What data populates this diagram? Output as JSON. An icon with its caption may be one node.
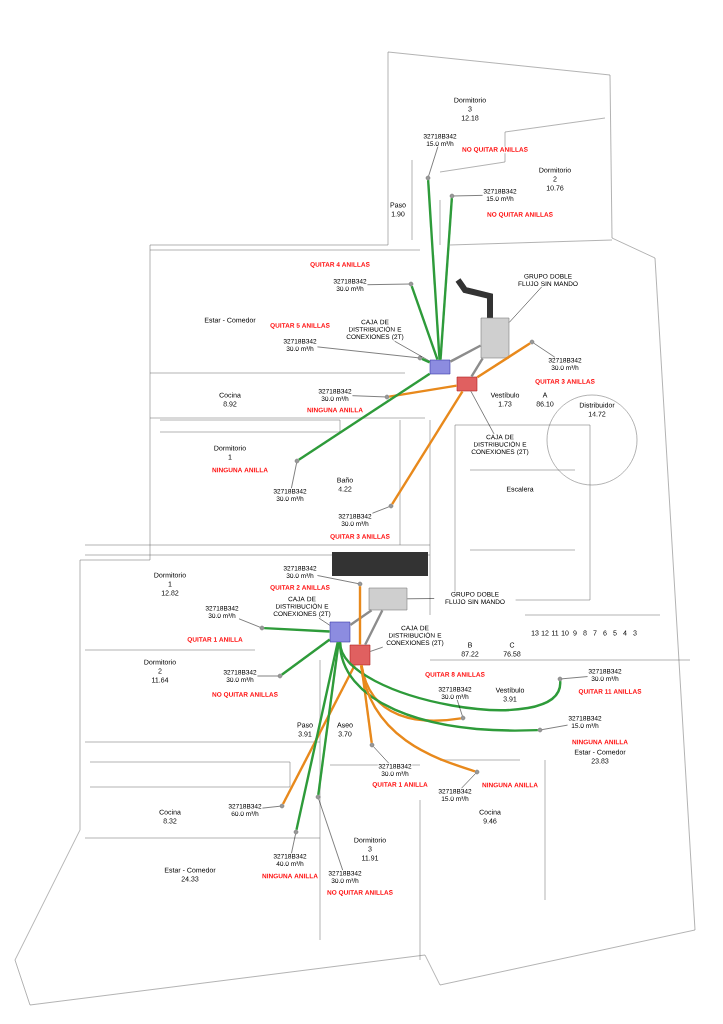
{
  "diagram": {
    "nodes": [
      {
        "text": [
          "GRUPO DOBLE FLUJO SIN MANDO"
        ]
      },
      {
        "text": [],
        "shape": "box"
      },
      {
        "text": [
          "GRUPO DOBLE FLUJO SIN MANDO"
        ]
      },
      {
        "text": [],
        "shape": "box"
      },
      {
        "text": [],
        "shape": "box"
      },
      {
        "text": [],
        "shape": "box"
      },
      {
        "text": [
          "CAJA DE DISTRIBUCIÓN E CONEXIONES (2T)"
        ]
      },
      {
        "text": [
          "CAJA DE DISTRIBUCIÓN E CONEXIONES (2T)"
        ]
      },
      {
        "text": [],
        "shape": "box"
      },
      {
        "text": [],
        "shape": "box"
      },
      {
        "text": [
          "CAJA DE DISTRIBUCIÓN E CONEXIONES (2T)"
        ]
      },
      {
        "text": [
          "CAJA DE DISTRIBUCIÓN E CONEXIONES (2T)"
        ]
      },
      {
        "text": [],
        "shape": "circle"
      },
      {
        "text": [],
        "shape": "circle"
      },
      {
        "text": [],
        "shape": "circle"
      },
      {
        "text": [],
        "shape": "circle"
      },
      {
        "text": [],
        "shape": "circle"
      },
      {
        "text": [],
        "shape": "circle"
      },
      {
        "text": [],
        "shape": "circle"
      },
      {
        "text": [],
        "shape": "circle"
      },
      {
        "text": [],
        "shape": "circle"
      },
      {
        "text": [],
        "shape": "circle"
      },
      {
        "text": [],
        "shape": "circle"
      },
      {
        "text": [],
        "shape": "circle"
      },
      {
        "text": [],
        "shape": "circle"
      },
      {
        "text": [],
        "shape": "circle"
      },
      {
        "text": [],
        "shape": "circle"
      },
      {
        "text": [],
        "shape": "circle"
      },
      {
        "text": [],
        "shape": "circle"
      },
      {
        "text": [],
        "shape": "circle"
      },
      {
        "text": [],
        "shape": "circle"
      },
      {
        "text": [
          "32718B342",
          "15.0 m³/h"
        ],
        "beside": [
          "NO QUITAR ANILLAS"
        ]
      },
      {
        "text": [
          "32718B342",
          "15.0 m³/h"
        ],
        "beside": [
          "NO QUITAR ANILLAS"
        ]
      },
      {
        "text": [
          "32718B342",
          "30.0 m³/h"
        ],
        "beside": [
          "QUITAR 4 ANILLAS"
        ]
      },
      {
        "text": [
          "32718B342",
          "30.0 m³/h"
        ],
        "beside": [
          "QUITAR 5 ANILLAS"
        ]
      },
      {
        "text": [
          "32718B342",
          "30.0 m³/h"
        ],
        "beside": [
          "NINGUNA ANILLA"
        ]
      },
      {
        "text": [
          "32718B342",
          "30.0 m³/h"
        ],
        "beside": [
          "NINGUNA ANILLA"
        ]
      },
      {
        "text": [
          "32718B342",
          "30.0 m³/h"
        ],
        "beside": [
          "QUITAR 3 ANILLAS"
        ]
      },
      {
        "text": [
          "32718B342",
          "30.0 m³/h"
        ],
        "beside": [
          "QUITAR 3 ANILLAS"
        ]
      },
      {
        "text": [
          "32718B342",
          "30.0 m³/h"
        ],
        "beside": [
          "QUITAR 2 ANILLAS"
        ]
      },
      {
        "text": [
          "32718B342",
          "30.0 m³/h"
        ],
        "beside": [
          "QUITAR 1 ANILLA"
        ]
      },
      {
        "text": [
          "32718B342",
          "30.0 m³/h"
        ],
        "beside": [
          "NO QUITAR ANILLAS"
        ]
      },
      {
        "text": [
          "32718B342",
          "30.0 m³/h"
        ],
        "beside": [
          "QUITAR 1 ANILLA"
        ]
      },
      {
        "text": [
          "32718B342",
          "60.0 m³/h"
        ]
      },
      {
        "text": [
          "32718B342",
          "40.0 m³/h"
        ],
        "beside": [
          "NINGUNA ANILLA"
        ]
      },
      {
        "text": [
          "32718B342",
          "30.0 m³/h"
        ],
        "beside": [
          "NO QUITAR ANILLAS"
        ]
      },
      {
        "text": [
          "32718B342",
          "30.0 m³/h"
        ],
        "beside": [
          "QUITAR 8 ANILLAS"
        ]
      },
      {
        "text": [
          "32718B342",
          "30.0 m³/h"
        ],
        "beside": [
          "QUITAR 11 ANILLAS"
        ]
      },
      {
        "text": [
          "32718B342",
          "15.0 m³/h"
        ],
        "beside": [
          "NINGUNA ANILLA"
        ]
      },
      {
        "text": [
          "32718B342",
          "15.0 m³/h"
        ],
        "beside": [
          "NINGUNA ANILLA"
        ]
      }
    ],
    "edges": [
      {
        "from": 0,
        "to": 1,
        "arrow": "none"
      },
      {
        "from": 2,
        "to": 3,
        "arrow": "none"
      },
      {
        "from": 6,
        "to": 4,
        "arrow": "none"
      },
      {
        "from": 7,
        "to": 5,
        "arrow": "none"
      },
      {
        "from": 10,
        "to": 8,
        "arrow": "none"
      },
      {
        "from": 11,
        "to": 9,
        "arrow": "none"
      },
      {
        "from": 4,
        "to": 1,
        "arrow": "none",
        "style": "thick",
        "color": "#8c8c8c"
      },
      {
        "from": 5,
        "to": 1,
        "arrow": "none",
        "style": "thick",
        "color": "#8c8c8c"
      },
      {
        "from": 8,
        "to": 3,
        "arrow": "none",
        "style": "thick",
        "color": "#8c8c8c"
      },
      {
        "from": 9,
        "to": 3,
        "arrow": "none",
        "style": "thick",
        "color": "#8c8c8c"
      },
      {
        "from": 4,
        "to": 12,
        "arrow": "none",
        "style": "thick",
        "color": "#2e9b3a"
      },
      {
        "from": 4,
        "to": 13,
        "arrow": "none",
        "style": "thick",
        "color": "#2e9b3a"
      },
      {
        "from": 4,
        "to": 14,
        "arrow": "none",
        "style": "thick",
        "color": "#2e9b3a"
      },
      {
        "from": 4,
        "to": 15,
        "arrow": "none",
        "style": "thick",
        "color": "#2e9b3a"
      },
      {
        "from": 5,
        "to": 16,
        "arrow": "none",
        "style": "thick",
        "color": "#e8891c"
      },
      {
        "from": 4,
        "to": 17,
        "arrow": "none",
        "style": "thick",
        "color": "#2e9b3a"
      },
      {
        "from": 5,
        "to": 18,
        "arrow": "none",
        "style": "thick",
        "color": "#e8891c"
      },
      {
        "from": 5,
        "to": 19,
        "arrow": "none",
        "style": "thick",
        "color": "#e8891c"
      },
      {
        "from": 9,
        "to": 20,
        "arrow": "none",
        "style": "thick",
        "color": "#e8891c"
      },
      {
        "from": 8,
        "to": 21,
        "arrow": "none",
        "style": "thick",
        "color": "#2e9b3a"
      },
      {
        "from": 8,
        "to": 22,
        "arrow": "none",
        "style": "thick",
        "color": "#2e9b3a"
      },
      {
        "from": 9,
        "to": 23,
        "arrow": "none",
        "style": "thick",
        "color": "#e8891c"
      },
      {
        "from": 9,
        "to": 24,
        "arrow": "none",
        "style": "thick",
        "color": "#e8891c"
      },
      {
        "from": 8,
        "to": 25,
        "arrow": "none",
        "style": "thick",
        "color": "#2e9b3a"
      },
      {
        "from": 8,
        "to": 26,
        "arrow": "none",
        "style": "thick",
        "color": "#2e9b3a"
      },
      {
        "from": 9,
        "to": 27,
        "arrow": "none",
        "style": "thick",
        "color": "#e8891c"
      },
      {
        "from": 8,
        "to": 28,
        "arrow": "none",
        "style": "thick",
        "color": "#2e9b3a"
      },
      {
        "from": 8,
        "to": 29,
        "arrow": "none",
        "style": "thick",
        "color": "#2e9b3a"
      },
      {
        "from": 9,
        "to": 30,
        "arrow": "none",
        "style": "thick",
        "color": "#e8891c"
      },
      {
        "from": 31,
        "to": 12,
        "arrow": "none"
      },
      {
        "from": 32,
        "to": 13,
        "arrow": "none"
      },
      {
        "from": 33,
        "to": 14,
        "arrow": "none"
      },
      {
        "from": 34,
        "to": 15,
        "arrow": "none"
      },
      {
        "from": 35,
        "to": 16,
        "arrow": "none"
      },
      {
        "from": 36,
        "to": 17,
        "arrow": "none"
      },
      {
        "from": 37,
        "to": 18,
        "arrow": "none"
      },
      {
        "from": 38,
        "to": 19,
        "arrow": "none"
      },
      {
        "from": 39,
        "to": 20,
        "arrow": "none"
      },
      {
        "from": 40,
        "to": 21,
        "arrow": "none"
      },
      {
        "from": 41,
        "to": 22,
        "arrow": "none"
      },
      {
        "from": 42,
        "to": 23,
        "arrow": "none"
      },
      {
        "from": 43,
        "to": 24,
        "arrow": "none"
      },
      {
        "from": 44,
        "to": 25,
        "arrow": "none"
      },
      {
        "from": 45,
        "to": 26,
        "arrow": "none"
      },
      {
        "from": 46,
        "to": 27,
        "arrow": "none"
      },
      {
        "from": 47,
        "to": 28,
        "arrow": "none"
      },
      {
        "from": 48,
        "to": 29,
        "arrow": "none"
      },
      {
        "from": 49,
        "to": 30,
        "arrow": "none"
      }
    ],
    "labels": [
      "Dormitorio",
      "3",
      "12.18",
      "Dormitorio",
      "2",
      "10.76",
      "Paso",
      "1.90",
      "Estar - Comedor",
      "Cocina",
      "Vestíbulo",
      "A",
      "8.92",
      "1.73",
      "86.10",
      "Distribuidor",
      "14.72",
      "Dormitorio",
      "1",
      "Baño",
      "4.22",
      "Escalera",
      "Dormitorio",
      "1",
      "12.82",
      "13",
      "12",
      "11",
      "10",
      "9",
      "8",
      "7",
      "6",
      "5",
      "4",
      "3",
      "B",
      "C",
      "87.22",
      "76.58",
      "Dormitorio",
      "2",
      "11.64",
      "Vestíbulo",
      "3.91",
      "Paso",
      "Aseo",
      "3.91",
      "3.70",
      "Estar - Comedor",
      "23.83",
      "Cocina",
      "Cocina",
      "8.32",
      "9.46",
      "Dormitorio",
      "3",
      "11.91",
      "Estar - Comedor",
      "24.33"
    ]
  }
}
